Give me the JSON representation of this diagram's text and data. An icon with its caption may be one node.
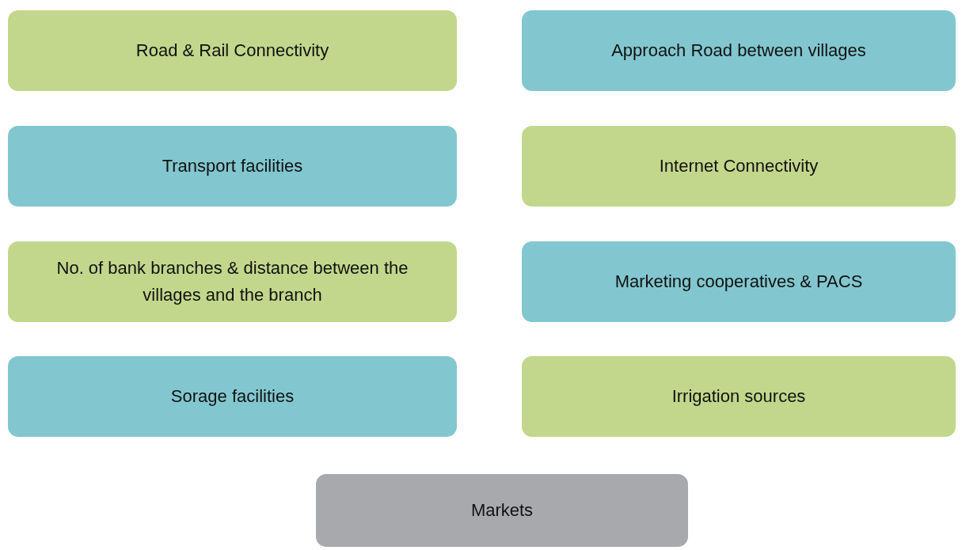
{
  "diagram": {
    "nodes": [
      {
        "text": [
          "Road & Rail Connectivity"
        ]
      },
      {
        "text": [
          "Approach Road between villages"
        ]
      },
      {
        "text": [
          "Transport facilities"
        ]
      },
      {
        "text": [
          "Internet Connectivity"
        ]
      },
      {
        "text": [
          "No. of bank branches & distance between the villages and the branch"
        ]
      },
      {
        "text": [
          "Marketing cooperatives & PACS"
        ]
      },
      {
        "text": [
          "Sorage facilities"
        ]
      },
      {
        "text": [
          "Irrigation sources"
        ]
      },
      {
        "text": [
          "Markets"
        ]
      }
    ],
    "edges": []
  }
}
